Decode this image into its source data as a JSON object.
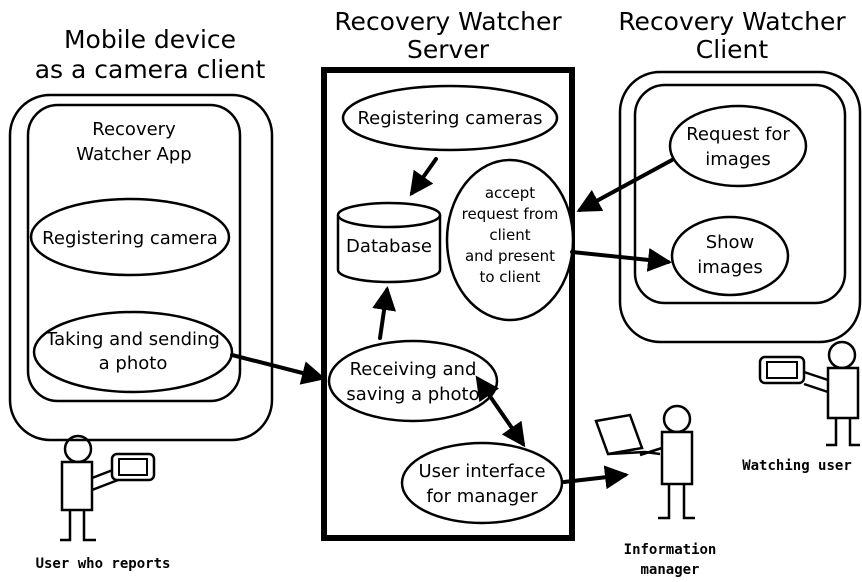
{
  "columns": {
    "mobile_title": [
      "Mobile device",
      "as a camera client"
    ],
    "server_title": [
      "Recovery Watcher",
      "Server"
    ],
    "client_title": [
      "Recovery Watcher",
      "Client"
    ]
  },
  "mobile": {
    "app_label": [
      "Recovery",
      "Watcher App"
    ],
    "register": [
      "Registering camera"
    ],
    "take_send": [
      "Taking and sending",
      "a photo"
    ]
  },
  "server": {
    "registering": [
      "Registering cameras"
    ],
    "database": [
      "Database"
    ],
    "accept": [
      "accept",
      "request from",
      "client",
      "and present",
      "to client"
    ],
    "receiving": [
      "Receiving and",
      "saving a photo"
    ],
    "ui_manager": [
      "User interface",
      "for manager"
    ]
  },
  "client": {
    "request": [
      "Request for",
      "images"
    ],
    "show": [
      "Show",
      "images"
    ]
  },
  "actors": {
    "reporter": [
      "User who reports"
    ],
    "manager": [
      "Information",
      "manager"
    ],
    "watcher": [
      "Watching user"
    ]
  }
}
